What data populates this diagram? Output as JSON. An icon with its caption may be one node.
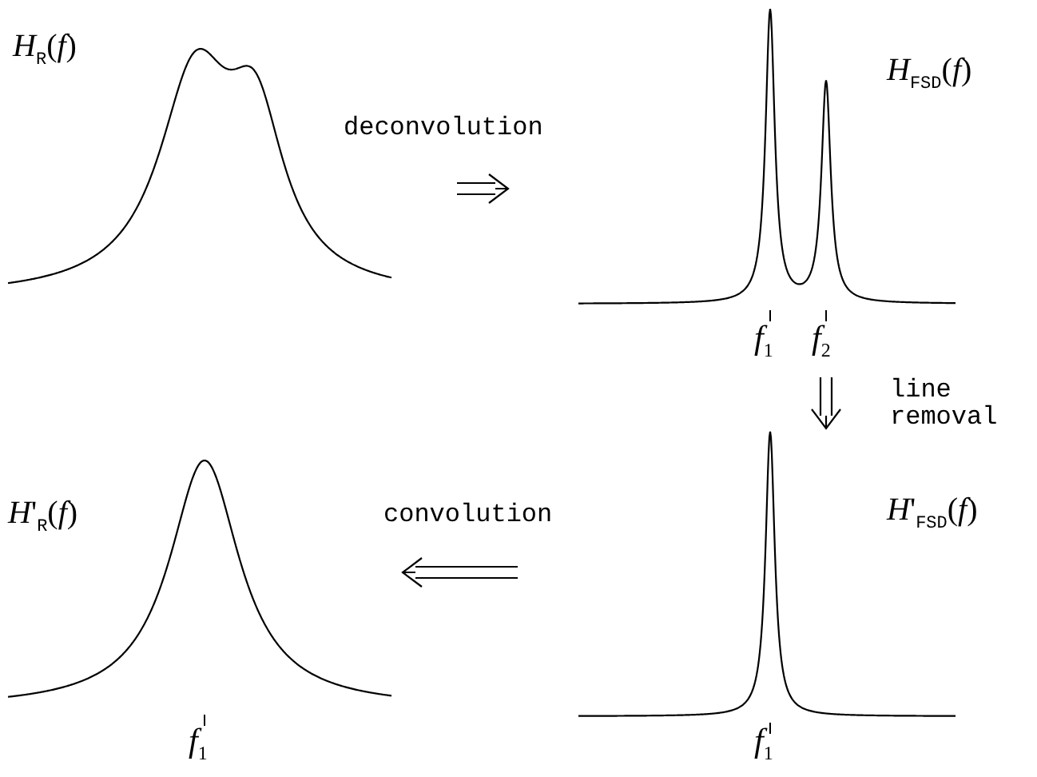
{
  "diagram": {
    "nodes": [
      {
        "text": [
          "*H*$_{R}$(*f*)"
        ]
      },
      {
        "text": [
          "*H*$_{FSD}$(*f*)",
          "*f*$_{1}$",
          "*f*$_{2}$"
        ]
      },
      {
        "text": [
          "*H*'$_{FSD}$(*f*)"
        ],
        "beside": [
          "*f*$_{1}$"
        ]
      },
      {
        "text": [
          "*H*'$_{R}$(*f*)"
        ],
        "beside": [
          "*f*$_{1}$"
        ]
      }
    ],
    "edges": [
      {
        "from": 0,
        "to": 1,
        "arrow": "to",
        "label": "deconvolution"
      },
      {
        "from": 1,
        "to": 2,
        "arrow": "to",
        "label": "line removal"
      },
      {
        "from": 2,
        "to": 3,
        "arrow": "to",
        "label": "convolution"
      }
    ]
  }
}
